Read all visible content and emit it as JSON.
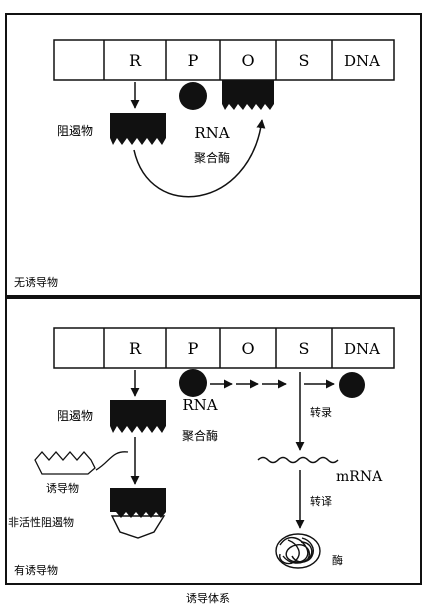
{
  "top_panel": {
    "genes": [
      "R",
      "P",
      "O",
      "S",
      "DNA"
    ],
    "repressor_label": "阻遏物",
    "polymerase_label_line1": "RNA",
    "polymerase_label_line2": "聚合酶",
    "panel_label": "无诱导物"
  },
  "bottom_panel": {
    "genes": [
      "R",
      "P",
      "O",
      "S",
      "DNA"
    ],
    "repressor_label": "阻遏物",
    "polymerase_label_line1": "RNA",
    "polymerase_label_line2": "聚合酶",
    "transcription_label": "转录",
    "mrna_label": "mRNA",
    "translation_label": "转译",
    "inducer_label": "诱导物",
    "inactive_repressor_label": "非活性阻遏物",
    "enzyme_label": "酶",
    "panel_label": "有诱导物"
  },
  "caption": "诱导体系"
}
